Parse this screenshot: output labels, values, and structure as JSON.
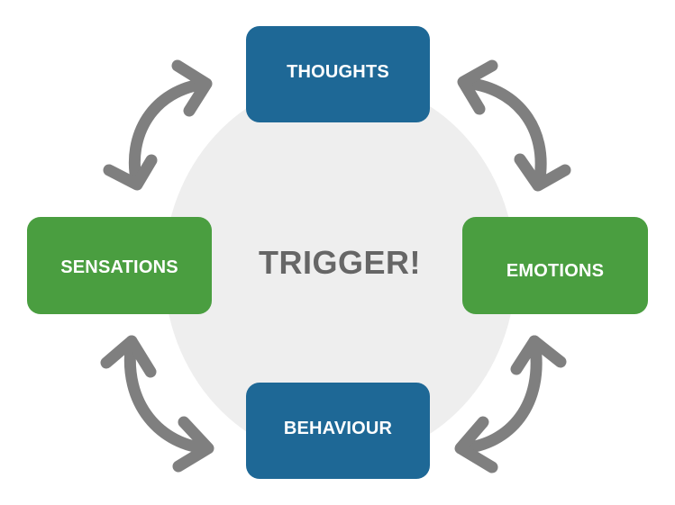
{
  "diagram": {
    "title": "Trigger cycle",
    "center": {
      "label": "TRIGGER!",
      "color": "#666666",
      "background": "#eeeeee"
    },
    "nodes": [
      {
        "id": "thoughts",
        "label": "THOUGHTS",
        "color": "#1e6896",
        "position": "top"
      },
      {
        "id": "emotions",
        "label": "EMOTIONS",
        "color": "#4a9e40",
        "position": "right"
      },
      {
        "id": "behaviour",
        "label": "BEHAVIOUR",
        "color": "#1e6896",
        "position": "bottom"
      },
      {
        "id": "sensations",
        "label": "SENSATIONS",
        "color": "#4a9e40",
        "position": "left"
      }
    ],
    "connections": [
      {
        "from": "sensations",
        "to": "thoughts",
        "type": "bidirectional-arrow"
      },
      {
        "from": "thoughts",
        "to": "emotions",
        "type": "bidirectional-arrow"
      },
      {
        "from": "emotions",
        "to": "behaviour",
        "type": "bidirectional-arrow"
      },
      {
        "from": "behaviour",
        "to": "sensations",
        "type": "bidirectional-arrow"
      }
    ],
    "arrow_color": "#7f7f7f"
  }
}
